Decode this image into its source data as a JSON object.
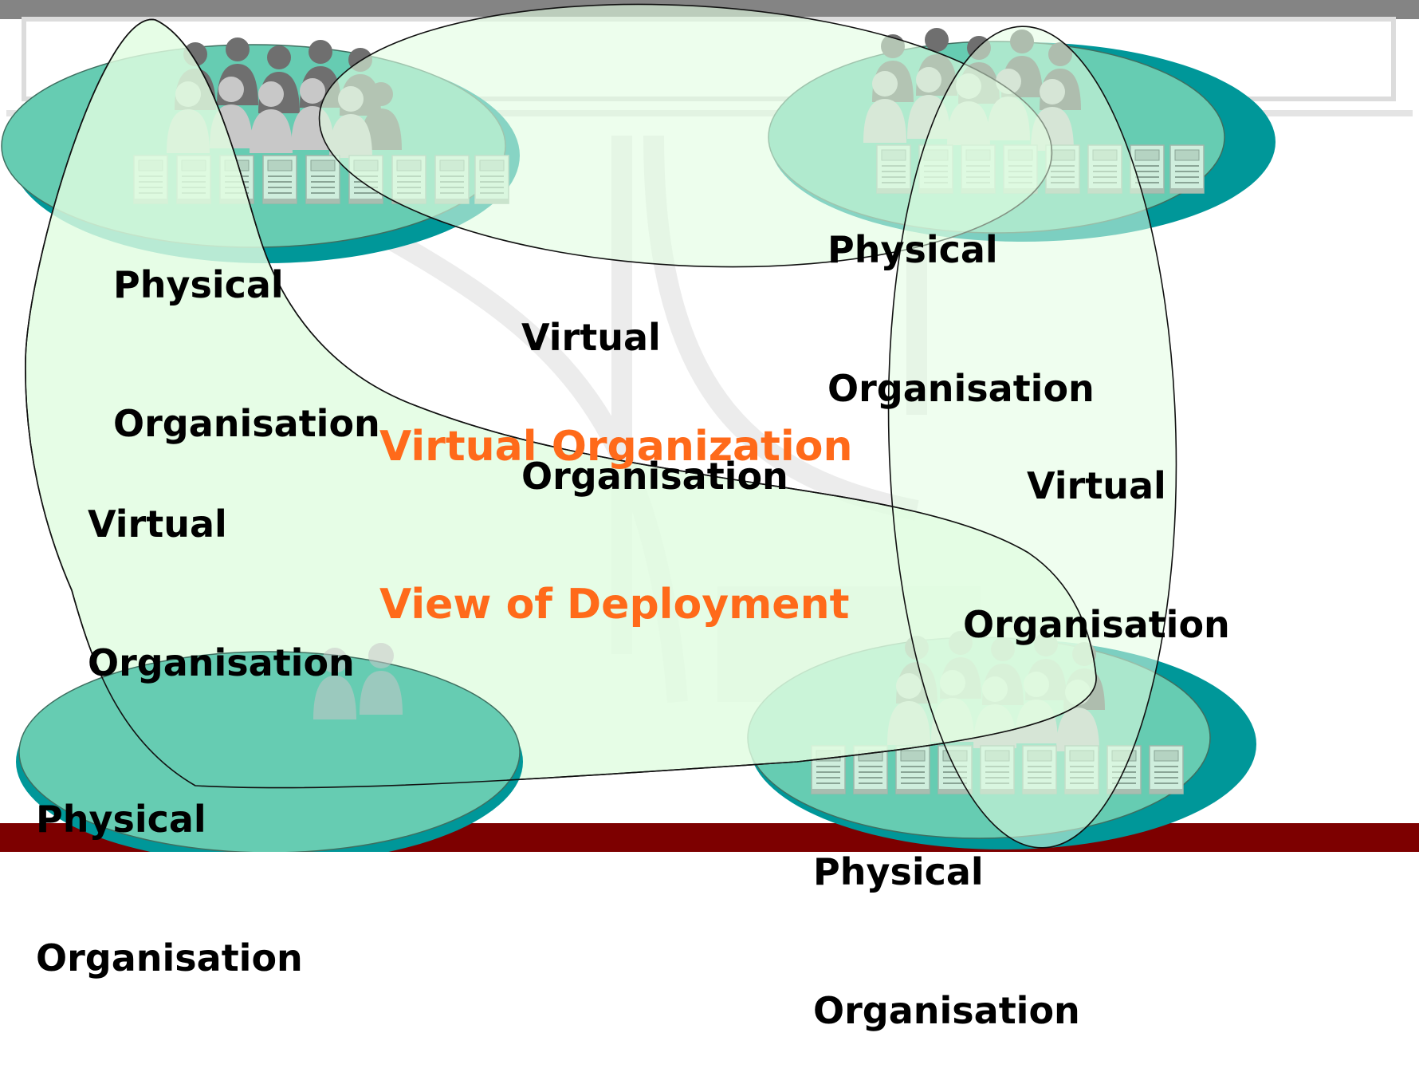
{
  "colors": {
    "top_bar": "#848484",
    "bottom_bar": "#7d0000",
    "physical_fill": "#66ccb2",
    "physical_shadow": "#009799",
    "virtual_fill": "#e1fde1",
    "title_color": "#ff6a1a",
    "people_dark": "#6f6f6f",
    "people_light": "#c8c8c8",
    "server_fill": "#cfeedd"
  },
  "diagram": {
    "title_line1": "Virtual Organization",
    "title_line2": "View of Deployment",
    "physical_organisations": [
      {
        "line1": "Physical",
        "line2": "Organisation"
      },
      {
        "line1": "Physical",
        "line2": "Organisation"
      },
      {
        "line1": "Physical",
        "line2": "Organisation"
      },
      {
        "line1": "Physical",
        "line2": "Organisation"
      }
    ],
    "virtual_organisations": [
      {
        "line1": "Virtual",
        "line2": "Organisation"
      },
      {
        "line1": "Virtual",
        "line2": "Organisation"
      },
      {
        "line1": "Virtual",
        "line2": "Organisation"
      }
    ]
  }
}
